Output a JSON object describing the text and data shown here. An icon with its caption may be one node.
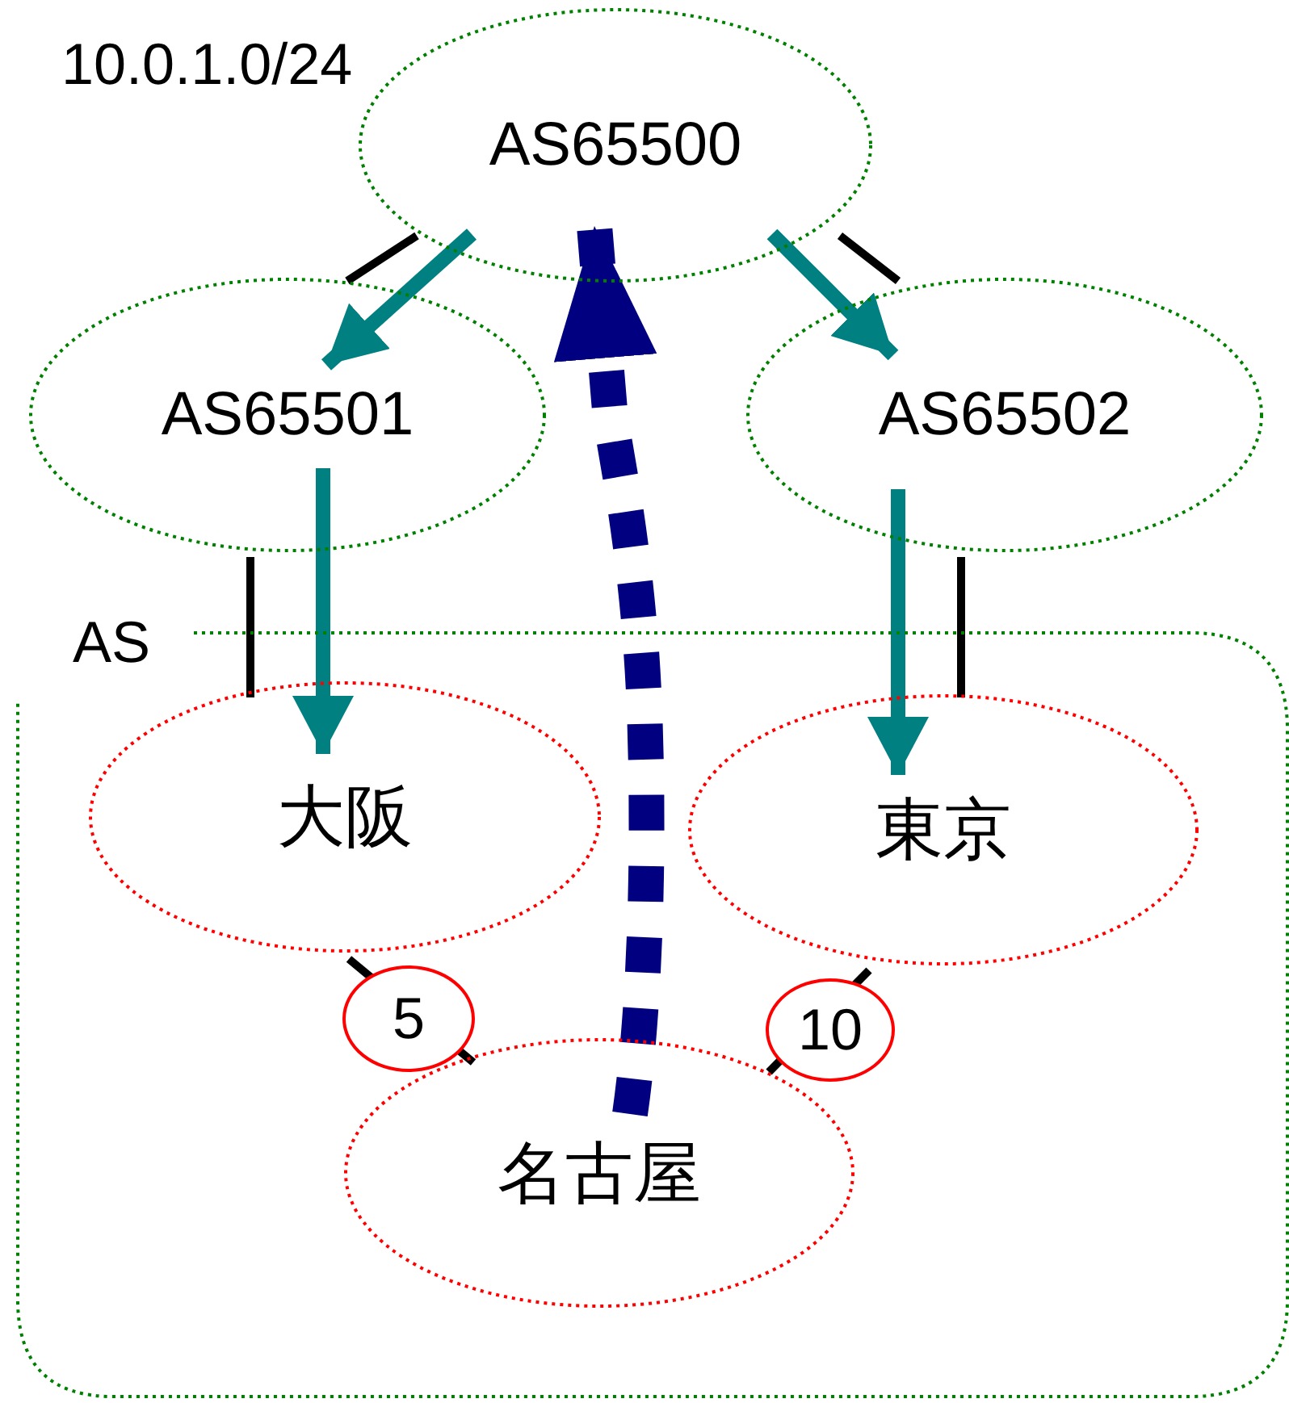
{
  "diagram": {
    "nodes": [
      {
        "text": [
          "AS"
        ]
      },
      {
        "text": [
          "AS65500"
        ],
        "beside": [
          "10.0.1.0/24"
        ]
      },
      {
        "text": [
          "AS65501"
        ]
      },
      {
        "text": [
          "AS65502"
        ]
      },
      {
        "text": [
          "大阪"
        ],
        "in": 0
      },
      {
        "text": [
          "東京"
        ],
        "in": 0
      },
      {
        "text": [
          "名古屋"
        ],
        "in": 0
      }
    ],
    "edges": [
      {
        "from": 1,
        "to": 2,
        "arrow": "to",
        "style": "thick",
        "color": "#008080"
      },
      {
        "from": 1,
        "to": 2,
        "arrow": "none"
      },
      {
        "from": 1,
        "to": 3,
        "arrow": "to",
        "style": "thick",
        "color": "#008080"
      },
      {
        "from": 1,
        "to": 3,
        "arrow": "none"
      },
      {
        "from": 2,
        "to": 4,
        "arrow": "to",
        "style": "thick",
        "color": "#008080"
      },
      {
        "from": 2,
        "to": 4,
        "arrow": "none"
      },
      {
        "from": 3,
        "to": 5,
        "arrow": "to",
        "style": "thick",
        "color": "#008080"
      },
      {
        "from": 3,
        "to": 5,
        "arrow": "none"
      },
      {
        "from": 4,
        "to": 6,
        "arrow": "none",
        "label": "5"
      },
      {
        "from": 5,
        "to": 6,
        "arrow": "none",
        "label": "10"
      },
      {
        "from": 6,
        "to": 1,
        "arrow": "to",
        "style": "dashed",
        "color": "#000080"
      }
    ]
  }
}
